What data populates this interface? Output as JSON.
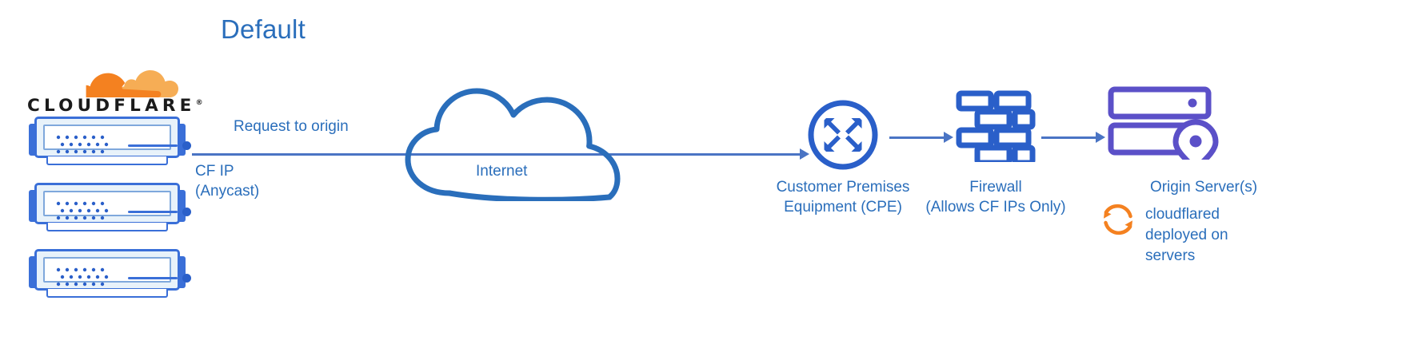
{
  "diagram": {
    "title": "Default",
    "colors": {
      "primary_blue": "#2A6EBB",
      "line_blue": "#4A74C4",
      "icon_blue": "#2A5FC9",
      "origin_purple": "#5B50C8",
      "cloudflare_orange": "#F48120",
      "cloudflare_orange_light": "#F6AD55",
      "server_fill": "#E8F2FA"
    },
    "cloudflare_logo": {
      "wordmark": "CLOUDFLARE",
      "registered_mark": "®",
      "icon_name": "cloudflare-cloud-logo"
    },
    "flow": {
      "request_label": "Request to origin",
      "cf_ip_line1": "CF IP",
      "cf_ip_line2": "(Anycast)"
    },
    "nodes": [
      {
        "id": "cloudflare-edge",
        "icon_name": "server-stack-icon",
        "label": "",
        "count": 3
      },
      {
        "id": "internet",
        "icon_name": "cloud-icon",
        "label": "Internet"
      },
      {
        "id": "cpe",
        "icon_name": "router-converging-arrows-icon",
        "label_line1": "Customer Premises",
        "label_line2": "Equipment (CPE)"
      },
      {
        "id": "firewall",
        "icon_name": "brick-wall-firewall-icon",
        "label_line1": "Firewall",
        "label_line2": "(Allows CF IPs Only)"
      },
      {
        "id": "origin",
        "icon_name": "server-rack-location-pin-icon",
        "label_line1": "Origin Server(s)"
      }
    ],
    "cloudflared": {
      "icon_name": "sync-refresh-icon",
      "line1": "cloudflared",
      "line2": "deployed on",
      "line3": "servers"
    }
  }
}
